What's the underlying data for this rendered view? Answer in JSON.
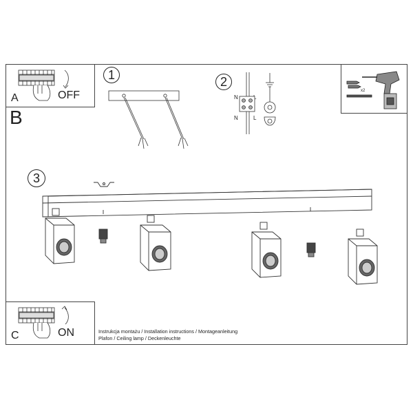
{
  "panel_a": {
    "letter": "A",
    "switch_label": "OFF"
  },
  "panel_b": {
    "letter": "B"
  },
  "panel_c": {
    "letter": "C",
    "switch_label": "ON"
  },
  "steps": {
    "one": "1",
    "two": "2",
    "three": "3"
  },
  "wiring": {
    "n_top": "N",
    "l_top": "L",
    "n_bottom": "N",
    "l_bottom": "L"
  },
  "tools": {
    "anchor_count": "x2"
  },
  "footer": {
    "line1": "Instrukcja montażu / Installation instructions / Montageanleitung",
    "line2": "Plafon / Ceiling lamp / Deckenleuchte"
  }
}
